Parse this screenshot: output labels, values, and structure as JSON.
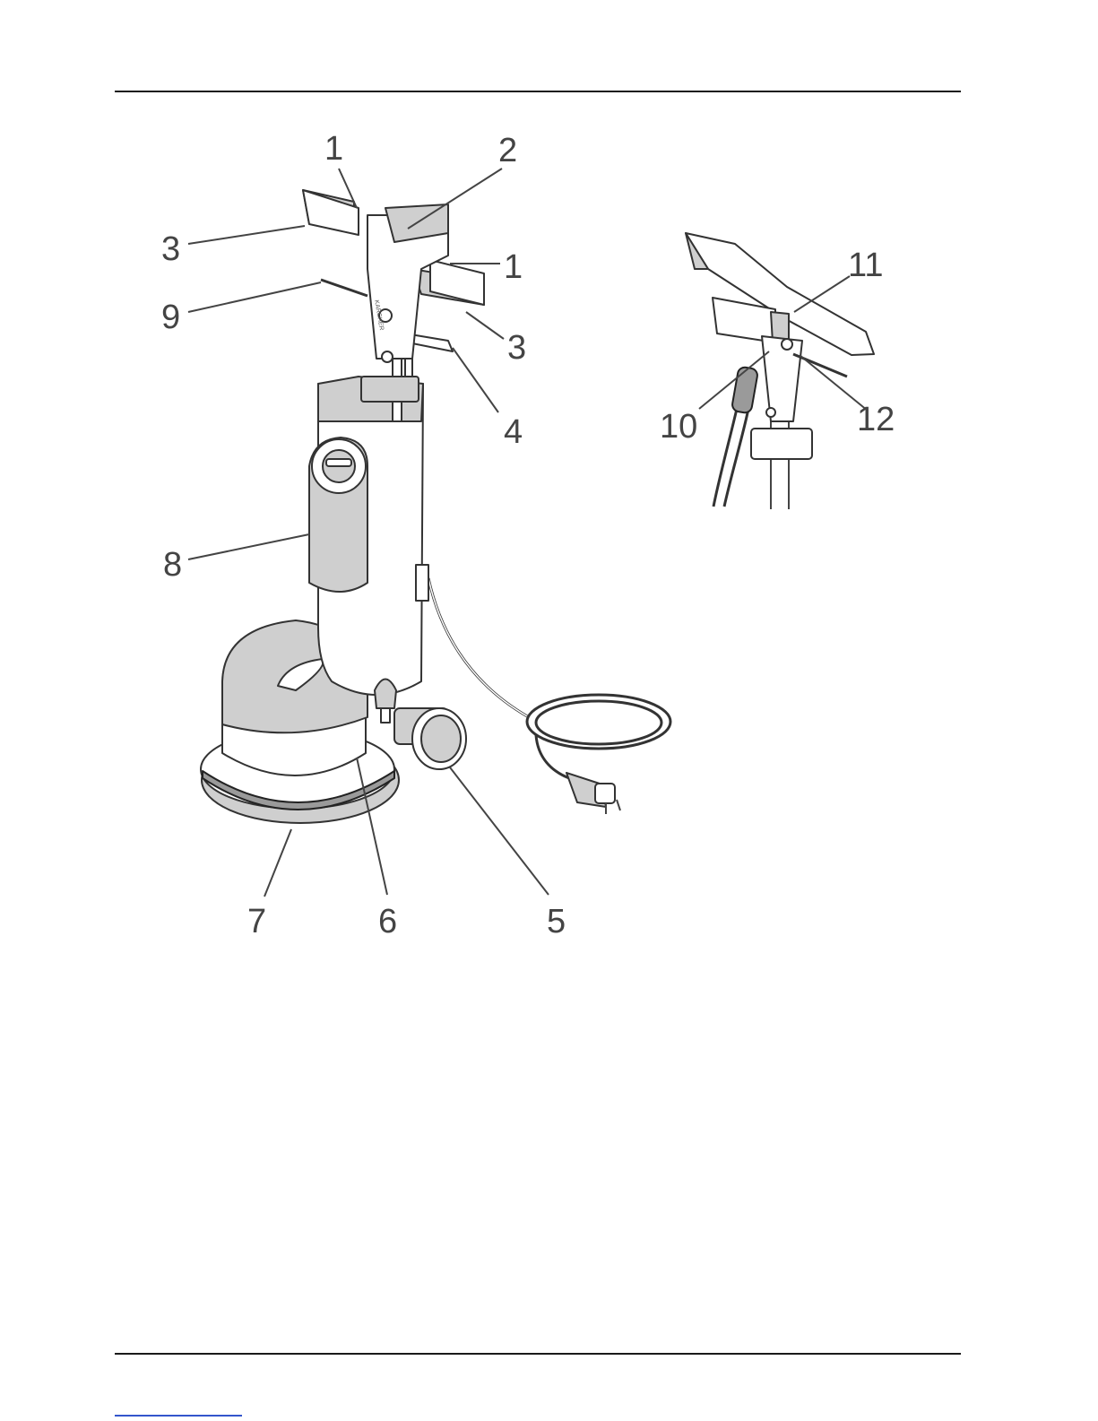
{
  "main_figure": {
    "callouts": [
      {
        "id": "main-1a",
        "text": "1"
      },
      {
        "id": "main-2",
        "text": "2"
      },
      {
        "id": "main-3a",
        "text": "3"
      },
      {
        "id": "main-1b",
        "text": "1"
      },
      {
        "id": "main-9",
        "text": "9"
      },
      {
        "id": "main-3b",
        "text": "3"
      },
      {
        "id": "main-4",
        "text": "4"
      },
      {
        "id": "main-8",
        "text": "8"
      },
      {
        "id": "main-7",
        "text": "7"
      },
      {
        "id": "main-6",
        "text": "6"
      },
      {
        "id": "main-5",
        "text": "5"
      }
    ]
  },
  "detail_figure": {
    "callouts": [
      {
        "id": "detail-11",
        "text": "11"
      },
      {
        "id": "detail-10",
        "text": "10"
      },
      {
        "id": "detail-12",
        "text": "12"
      }
    ]
  }
}
